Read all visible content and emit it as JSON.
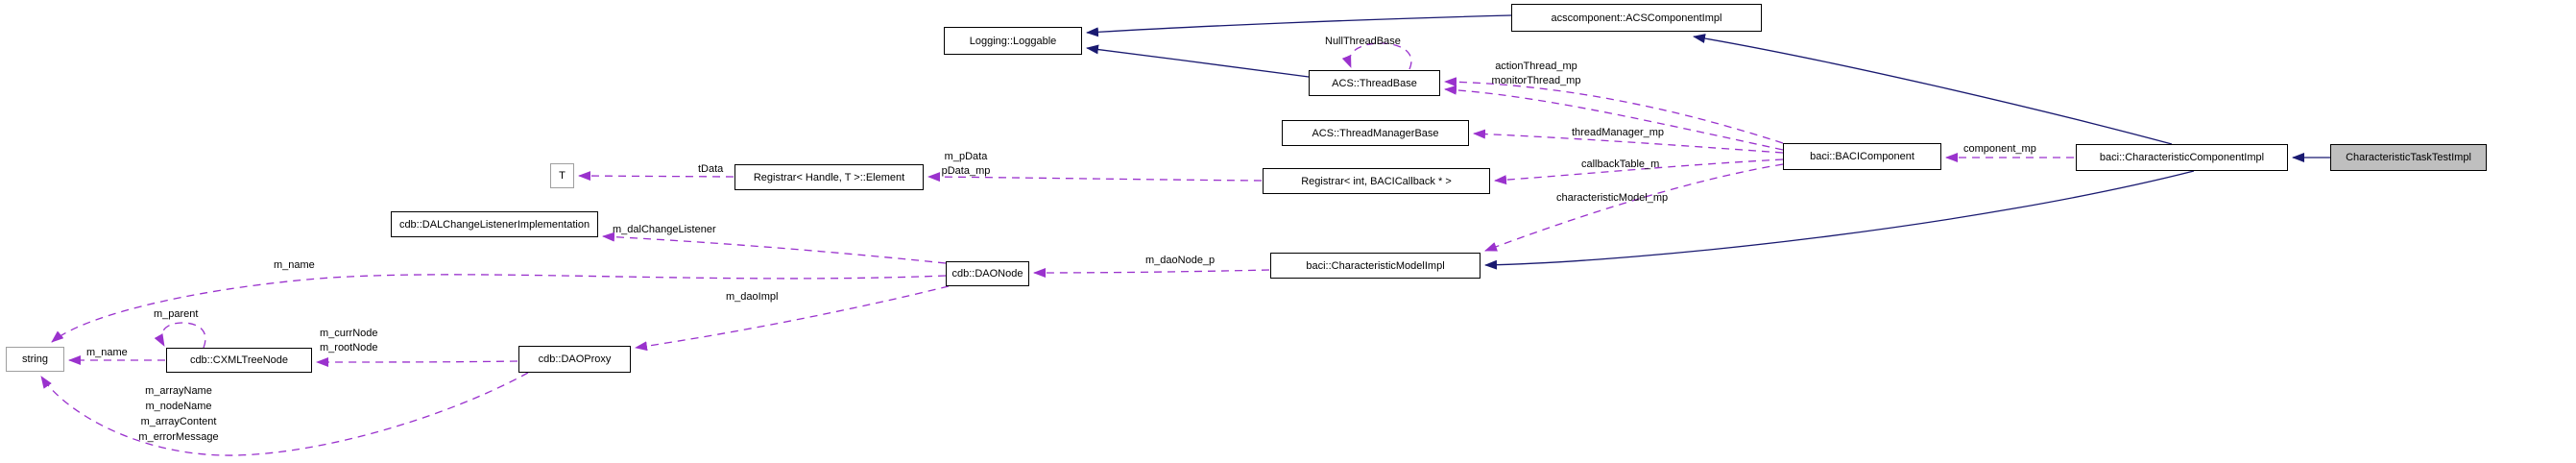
{
  "diagram": {
    "kind": "collaboration-graph",
    "highlighted_node": "CharacteristicTaskTestImpl"
  },
  "colors": {
    "inheritance_edge": "#191970",
    "usage_edge": "#9a32cd",
    "node_border": "#000000",
    "external_node_border": "#9f9f9f",
    "highlight_fill": "#bfbfbf",
    "label_text": "#000000"
  },
  "nodes": {
    "loggable": {
      "label": "Logging::Loggable"
    },
    "acscomponentimpl": {
      "label": "acscomponent::ACSComponentImpl"
    },
    "threadbase": {
      "label": "ACS::ThreadBase"
    },
    "threadmanagerbase": {
      "label": "ACS::ThreadManagerBase"
    },
    "registrar_element": {
      "label": "Registrar< Handle, T >::Element"
    },
    "registrar_int": {
      "label": "Registrar< int, BACICallback * >"
    },
    "bacicomponent": {
      "label": "baci::BACIComponent"
    },
    "characteristiccomponentimpl": {
      "label": "baci::CharacteristicComponentImpl"
    },
    "characteristictasktestimpl": {
      "label": "CharacteristicTaskTestImpl"
    },
    "t": {
      "label": "T"
    },
    "dalchangelistenerimplementation": {
      "label": "cdb::DALChangeListenerImplementation"
    },
    "daonode": {
      "label": "cdb::DAONode"
    },
    "characteristicmodelimpl": {
      "label": "baci::CharacteristicModelImpl"
    },
    "string": {
      "label": "string"
    },
    "cxmltreenode": {
      "label": "cdb::CXMLTreeNode"
    },
    "daoproxy": {
      "label": "cdb::DAOProxy"
    }
  },
  "edge_labels": {
    "null_thread_base": "NullThreadBase",
    "action_thread_mp": "actionThread_mp",
    "monitor_thread_mp": "monitorThread_mp",
    "thread_manager_mp": "threadManager_mp",
    "callback_table_m": "callbackTable_m",
    "characteristic_model_mp": "characteristicModel_mp",
    "component_mp": "component_mp",
    "t_data": "tData",
    "m_p_data": "m_pData",
    "p_data_mp": "pData_mp",
    "m_dal_change_listener": "m_dalChangeListener",
    "m_dao_node_p": "m_daoNode_p",
    "m_name_dao": "m_name",
    "m_dao_impl": "m_daoImpl",
    "m_parent": "m_parent",
    "m_curr_node": "m_currNode",
    "m_root_node": "m_rootNode",
    "m_name_tree": "m_name",
    "m_array_name": "m_arrayName",
    "m_node_name": "m_nodeName",
    "m_array_content": "m_arrayContent",
    "m_error_message": "m_errorMessage"
  }
}
